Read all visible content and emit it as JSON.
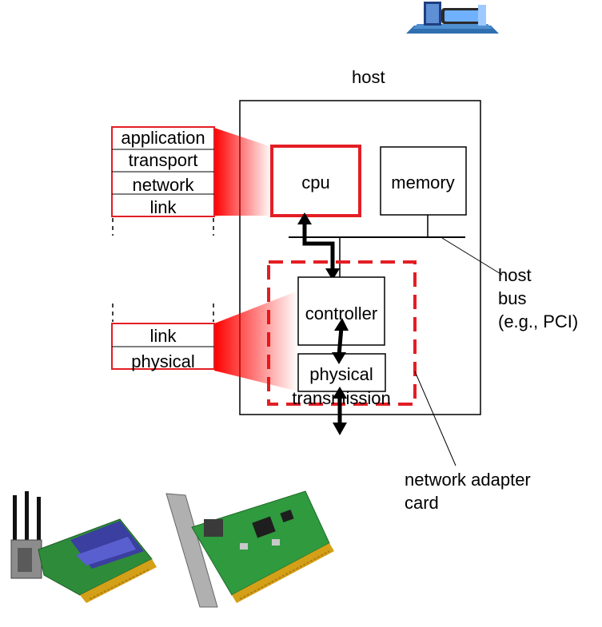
{
  "host": {
    "label": "host"
  },
  "components": {
    "cpu": "cpu",
    "memory": "memory",
    "controller": "controller",
    "physical_transmission": [
      "physical",
      "transmission"
    ]
  },
  "labels": {
    "host_bus": [
      "host",
      "bus",
      "(e.g., PCI)"
    ],
    "network_adapter_card": [
      "network adapter",
      "card"
    ]
  },
  "protocol_stacks": {
    "upper": [
      "application",
      "transport",
      "network",
      "link"
    ],
    "lower": [
      "link",
      "physical"
    ]
  },
  "colors": {
    "accent_red": "#e31e24",
    "line_black": "#000000"
  },
  "icons": {
    "host_computer": "desktop-computer-icon",
    "wireless_card": "wireless-network-card-image",
    "ethernet_card": "ethernet-network-card-image"
  }
}
